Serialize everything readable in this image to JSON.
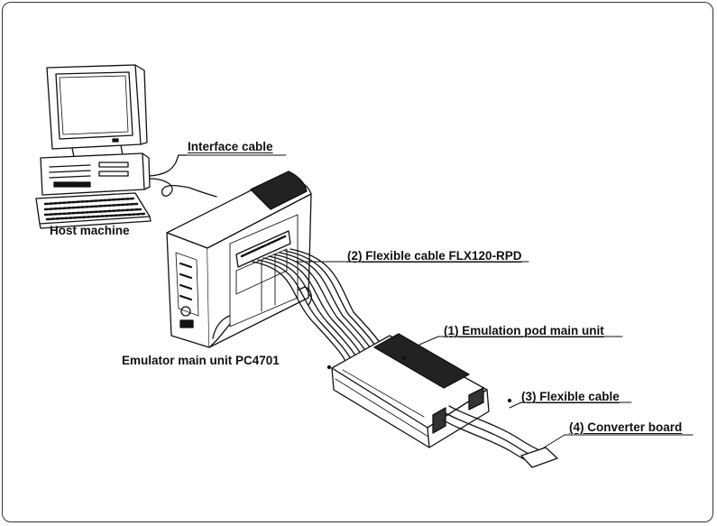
{
  "labels": {
    "interface_cable": "Interface cable",
    "host_machine": "Host machine",
    "flexible_cable_flx": "(2) Flexible cable FLX120-RPD",
    "emulation_pod": "(1) Emulation pod main unit",
    "emulator_main_unit": "Emulator main unit PC4701",
    "flexible_cable": "(3) Flexible cable",
    "converter_board": "(4) Converter board"
  },
  "colors": {
    "line": "#111111",
    "frame": "#333333",
    "background": "#ffffff"
  }
}
